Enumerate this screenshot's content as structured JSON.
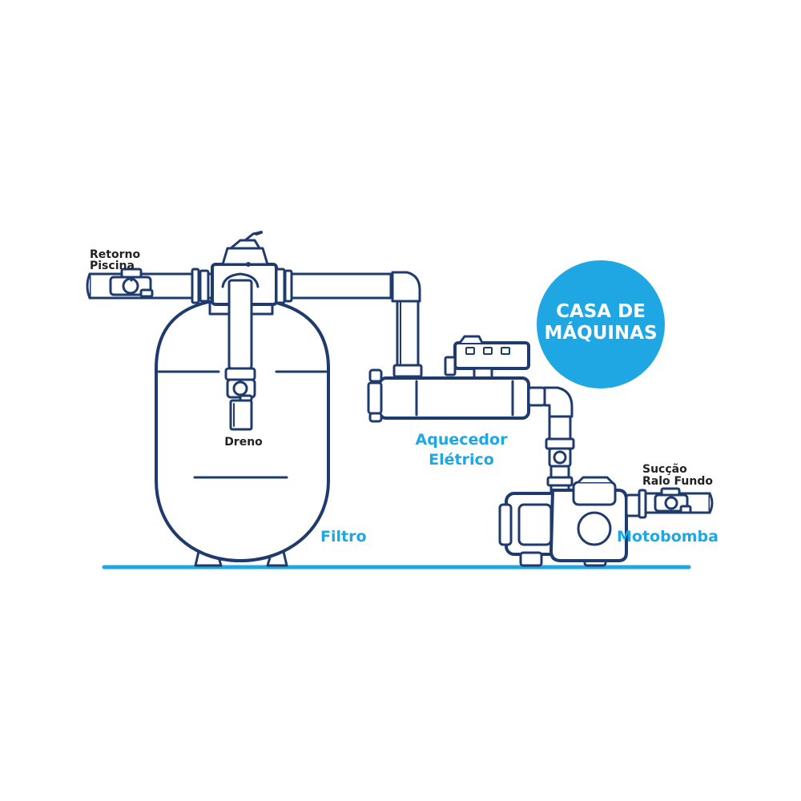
{
  "labels": {
    "retorno_line1": "Retorno",
    "retorno_line2": "Piscina",
    "dreno": "Dreno",
    "filtro": "Filtro",
    "aquecedor_line1": "Aquecedor",
    "aquecedor_line2": "Elétrico",
    "succao_line1": "Sucção",
    "succao_line2": "Ralo Fundo",
    "motobomba": "Motobomba"
  },
  "badge": {
    "line1": "CASA DE",
    "line2": "MÁQUINAS"
  },
  "colors": {
    "outline": "#1f3b6e",
    "accent": "#1ea7e3",
    "fill": "#ffffff",
    "label_dark": "#222222"
  }
}
